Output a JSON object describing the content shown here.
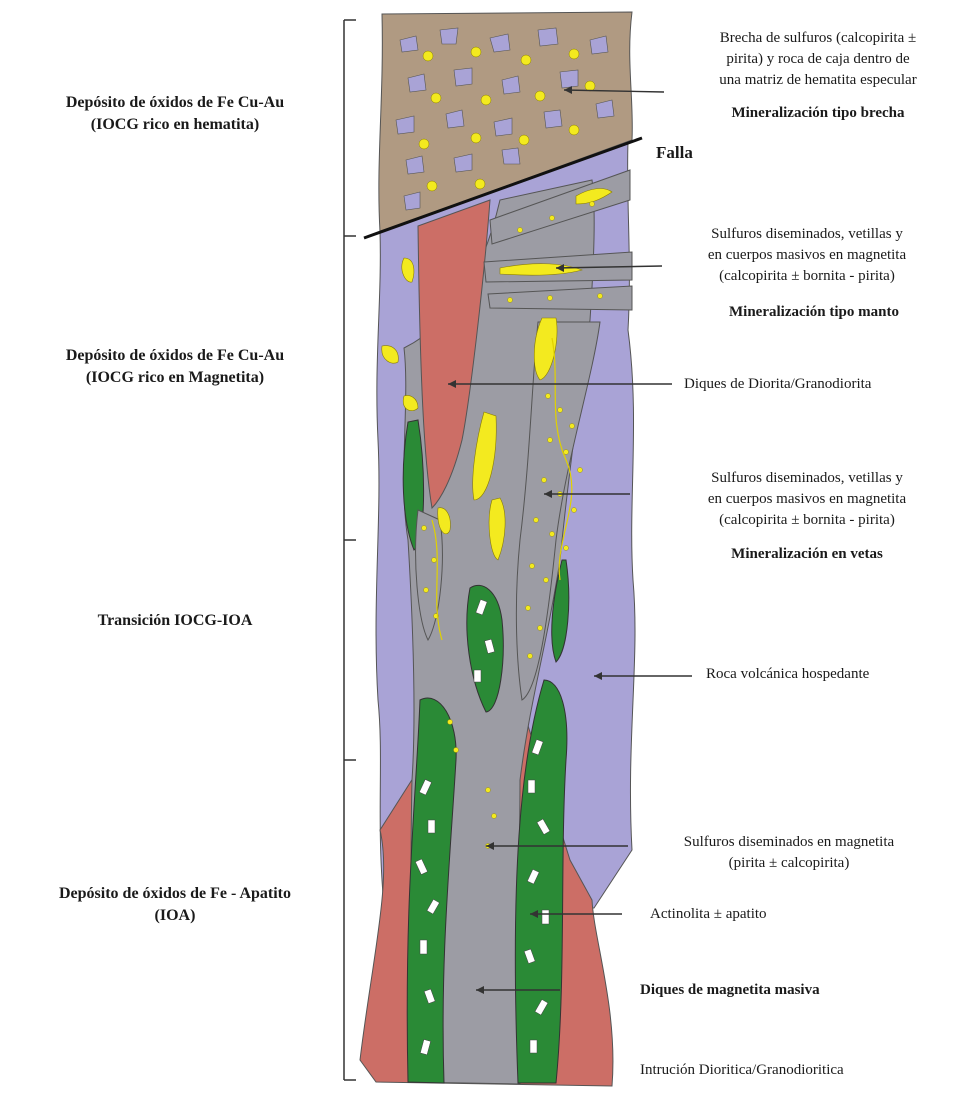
{
  "zones": {
    "hematite": "Depósito de óxidos de Fe  Cu-Au\n(IOCG rico en hematita)",
    "magnetite": "Depósito de óxidos de Fe Cu-Au\n(IOCG rico en Magnetita)",
    "transition": "Transición IOCG-IOA",
    "ioa": "Depósito de óxidos de Fe - Apatito\n(IOA)"
  },
  "annotations": {
    "breccia_desc": "Brecha de sulfuros (calcopirita ±\npirita) y roca de caja dentro de\nuna matriz de hematita especular",
    "breccia_type": "Mineralización tipo brecha",
    "fault": "Falla",
    "manto_desc": "Sulfuros diseminados, vetillas y\nen cuerpos masivos en magnetita\n(calcopirita ± bornita - pirita)",
    "manto_type": "Mineralización tipo manto",
    "dikes": "Diques de Diorita/Granodiorita",
    "veins_desc": "Sulfuros diseminados, vetillas y\nen cuerpos masivos en magnetita\n(calcopirita ± bornita - pirita)",
    "veins_type": "Mineralización en vetas",
    "host_rock": "Roca volcánica hospedante",
    "disseminated": "Sulfuros diseminados en magnetita\n(pirita ± calcopirita)",
    "actinolite": "Actinolita ± apatito",
    "magnetite_dikes": "Diques de magnetita masiva",
    "intrusion": "Intrución Dioritica/Granodioritica"
  },
  "colors": {
    "hematite_matrix": "#b09a82",
    "host_rock": "#a9a3d6",
    "diorite_dike": "#cc6e66",
    "magnetite": "#9c9ca4",
    "sulfide": "#f3ea1f",
    "actinolite": "#2a8a36"
  }
}
